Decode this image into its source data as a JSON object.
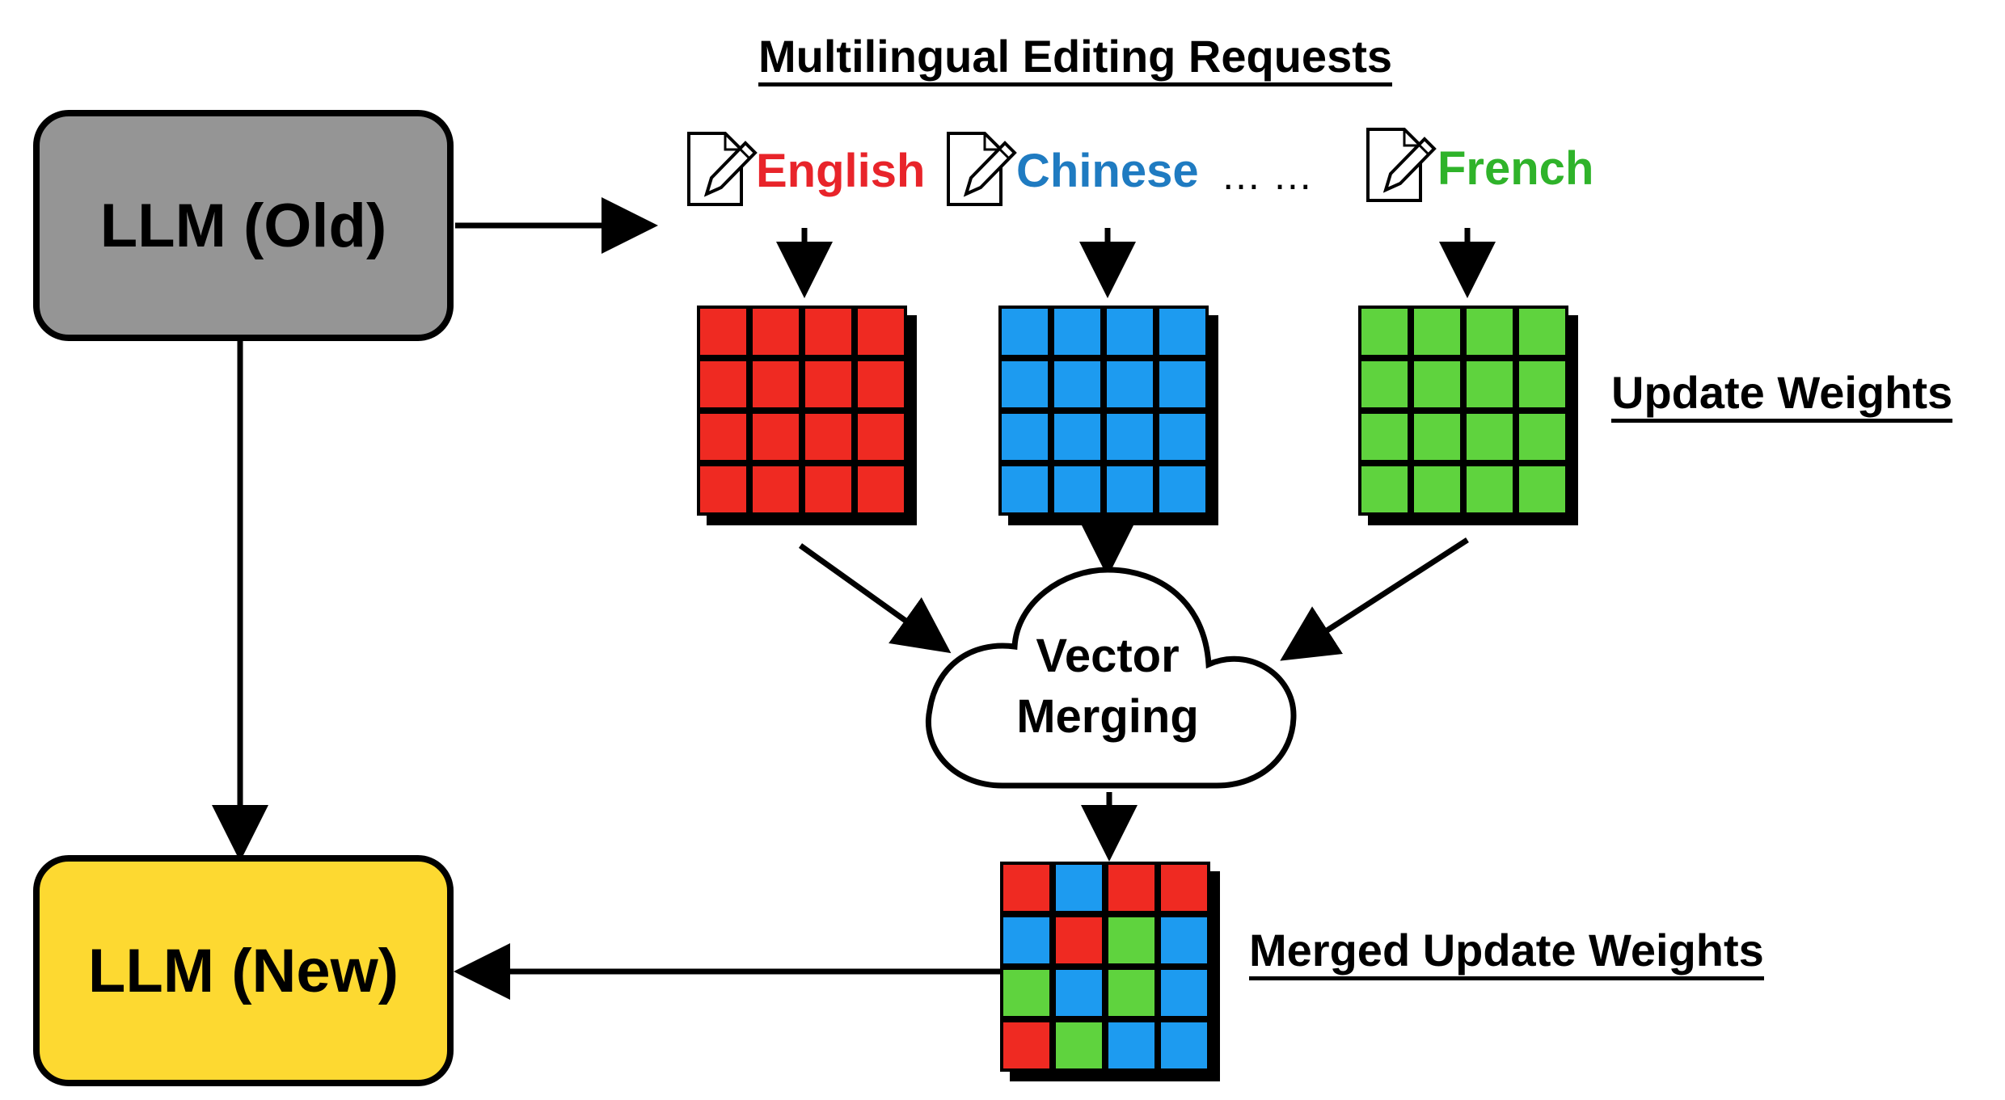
{
  "title": "Multilingual Editing Requests",
  "llm_old": {
    "label": "LLM (Old)",
    "color": "#959595"
  },
  "llm_new": {
    "label": "LLM (New)",
    "color": "#fdd931"
  },
  "languages": [
    {
      "label": "English",
      "color": "#e8242a",
      "icon": "document-pen-icon"
    },
    {
      "label": "Chinese",
      "color": "#1f7bc1",
      "icon": "document-pen-icon"
    },
    {
      "label": "French",
      "color": "#2fb32a",
      "icon": "document-pen-icon"
    }
  ],
  "ellipsis": "… …",
  "update_weights_label": "Update Weights",
  "merge_label_line1": "Vector",
  "merge_label_line2": "Merging",
  "merged_label": "Merged Update Weights",
  "matrix_colors": {
    "red": "#ef2a22",
    "blue": "#1d9bf0",
    "green": "#5fd33e"
  },
  "matrices": [
    {
      "name": "english-matrix",
      "fill": "red"
    },
    {
      "name": "chinese-matrix",
      "fill": "blue"
    },
    {
      "name": "french-matrix",
      "fill": "green"
    }
  ],
  "merged_matrix_pattern": [
    [
      "red",
      "blue",
      "red",
      "red"
    ],
    [
      "blue",
      "red",
      "green",
      "blue"
    ],
    [
      "green",
      "blue",
      "green",
      "blue"
    ],
    [
      "red",
      "green",
      "blue",
      "blue"
    ]
  ]
}
